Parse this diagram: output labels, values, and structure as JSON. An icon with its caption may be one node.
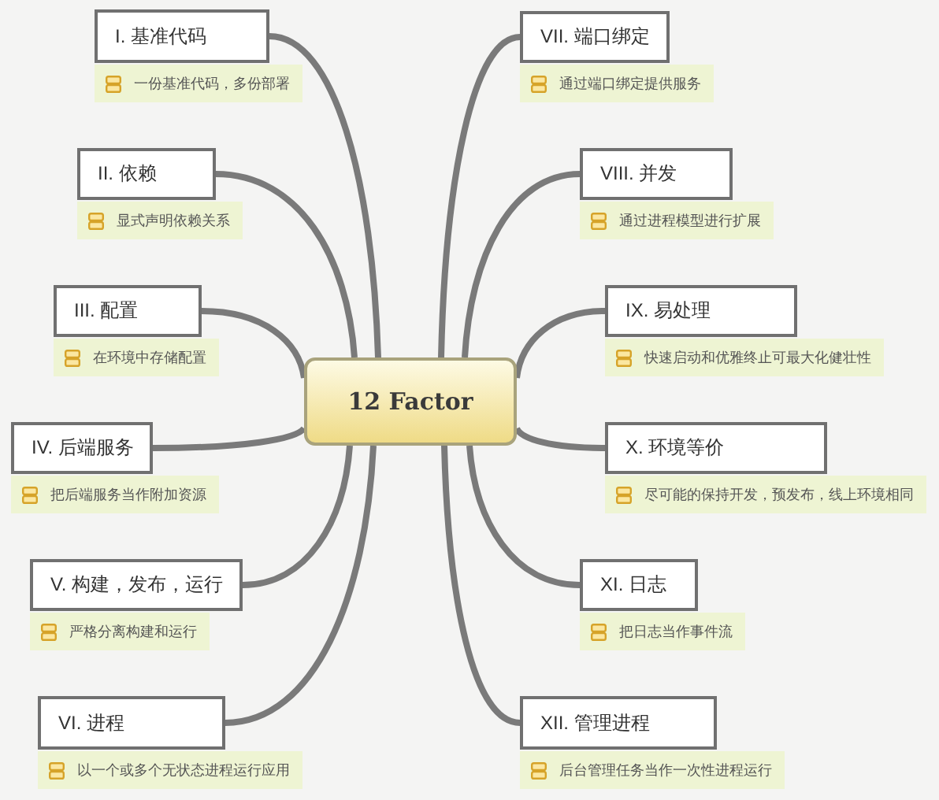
{
  "diagram": {
    "nodes": [
      {
        "text": [
          "12 Factor"
        ]
      },
      {
        "text": [
          "I. 基准代码"
        ],
        "beside": [
          "一份基准代码，多份部署"
        ]
      },
      {
        "text": [
          "II. 依赖"
        ],
        "beside": [
          "显式声明依赖关系"
        ]
      },
      {
        "text": [
          "III. 配置"
        ],
        "beside": [
          "在环境中存储配置"
        ]
      },
      {
        "text": [
          "IV. 后端服务"
        ],
        "beside": [
          "把后端服务当作附加资源"
        ]
      },
      {
        "text": [
          "V. 构建，发布，运行"
        ],
        "beside": [
          "严格分离构建和运行"
        ]
      },
      {
        "text": [
          "VI. 进程"
        ],
        "beside": [
          "以一个或多个无状态进程运行应用"
        ]
      },
      {
        "text": [
          "VII. 端口绑定"
        ],
        "beside": [
          "通过端口绑定提供服务"
        ]
      },
      {
        "text": [
          "VIII. 并发"
        ],
        "beside": [
          "通过进程模型进行扩展"
        ]
      },
      {
        "text": [
          "IX. 易处理"
        ],
        "beside": [
          "快速启动和优雅终止可最大化健壮性"
        ]
      },
      {
        "text": [
          "X. 环境等价"
        ],
        "beside": [
          "尽可能的保持开发，预发布，线上环境相同"
        ]
      },
      {
        "text": [
          "XI. 日志"
        ],
        "beside": [
          "把日志当作事件流"
        ]
      },
      {
        "text": [
          "XII. 管理进程"
        ],
        "beside": [
          "后台管理任务当作一次性进程运行"
        ]
      }
    ],
    "edges": [
      {
        "from": 0,
        "to": 1,
        "arrow": "none"
      },
      {
        "from": 0,
        "to": 2,
        "arrow": "none"
      },
      {
        "from": 0,
        "to": 3,
        "arrow": "none"
      },
      {
        "from": 0,
        "to": 4,
        "arrow": "none"
      },
      {
        "from": 0,
        "to": 5,
        "arrow": "none"
      },
      {
        "from": 0,
        "to": 6,
        "arrow": "none"
      },
      {
        "from": 0,
        "to": 7,
        "arrow": "none"
      },
      {
        "from": 0,
        "to": 8,
        "arrow": "none"
      },
      {
        "from": 0,
        "to": 9,
        "arrow": "none"
      },
      {
        "from": 0,
        "to": 10,
        "arrow": "none"
      },
      {
        "from": 0,
        "to": 11,
        "arrow": "none"
      },
      {
        "from": 0,
        "to": 12,
        "arrow": "none"
      }
    ]
  }
}
